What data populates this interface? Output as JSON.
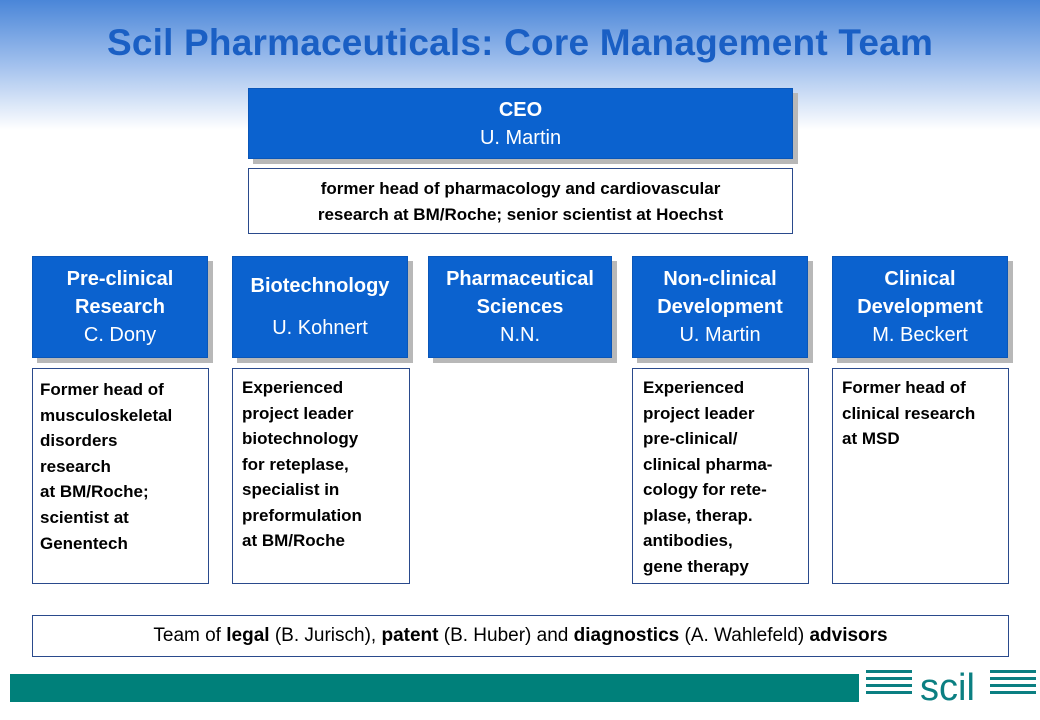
{
  "title": "Scil Pharmaceuticals: Core Management Team",
  "ceo": {
    "role": "CEO",
    "name": "U. Martin",
    "description": "former head of pharmacology and cardiovascular\nresearch at BM/Roche; senior scientist at Hoechst"
  },
  "departments": [
    {
      "role": "Pre-clinical\nResearch",
      "name": "C. Dony",
      "description": "Former head of\nmusculoskeletal\ndisorders\nresearch\nat BM/Roche;\nscientist at\nGenentech"
    },
    {
      "role": "Biotechnology",
      "name": "U. Kohnert",
      "description": "Experienced\nproject leader\nbiotechnology\nfor reteplase,\nspecialist in\npreformulation\nat BM/Roche"
    },
    {
      "role": "Pharmaceutical\nSciences",
      "name": "N.N.",
      "description": ""
    },
    {
      "role": "Non-clinical\nDevelopment",
      "name": "U. Martin",
      "description": "Experienced\nproject leader\npre-clinical/\nclinical pharma-\ncology for rete-\nplase,  therap.\nantibodies,\ngene therapy"
    },
    {
      "role": "Clinical\nDevelopment",
      "name": "M. Beckert",
      "description": "Former head of\nclinical research\nat MSD"
    }
  ],
  "advisors": {
    "t1": "Team of ",
    "b1": "legal",
    "t2": " (B. Jurisch), ",
    "b2": "patent",
    "t3": " (B. Huber) and ",
    "b3": "diagnostics",
    "t4": " (A. Wahlefeld) ",
    "b4": "advisors"
  },
  "logo": "scil",
  "colors": {
    "title": "#1a5fc4",
    "box": "#0b62cf",
    "footer": "#00807a"
  }
}
